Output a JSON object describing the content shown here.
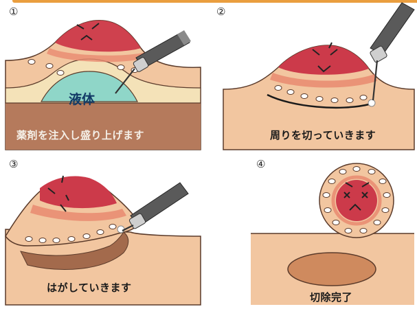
{
  "steps": [
    {
      "number": "①",
      "caption": "薬剤を注入し盛り上げます",
      "label": "液体"
    },
    {
      "number": "②",
      "caption": "周りを切っていきます"
    },
    {
      "number": "③",
      "caption": "はがしていきます"
    },
    {
      "number": "④",
      "caption": "切除完了"
    }
  ],
  "colors": {
    "skin": "#f2c6a0",
    "skin_outline": "#5a3a2a",
    "tumor": "#cc3a4a",
    "tumor_halo": "#e98a70",
    "liquid": "#8fd6c8",
    "muscle": "#b07a5a",
    "wound": "#cf8a5e",
    "instrument": "#555555"
  },
  "icons": [
    "tumor-face-icon",
    "injection-needle-icon",
    "electric-knife-icon",
    "marking-dot-icon"
  ]
}
